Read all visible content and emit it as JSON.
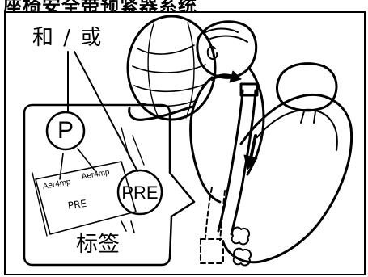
{
  "header": {
    "title": "座椅安全带预紧器系统"
  },
  "figure": {
    "label_and_or": "和 / 或",
    "label_tag": "标签",
    "circle_p_text": "P",
    "circle_pre_text": "PRE",
    "tag_text_1": "Aer4mp",
    "tag_text_2": "Aer4mp",
    "tag_text_small_pre": "PRE"
  }
}
